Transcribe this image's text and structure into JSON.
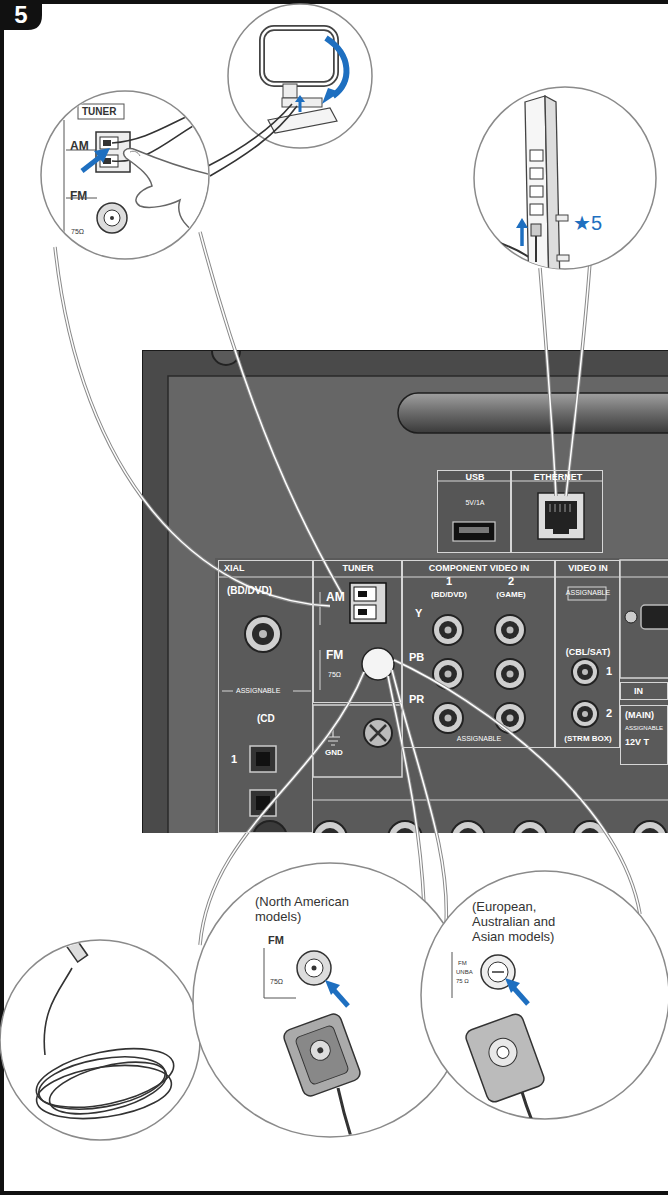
{
  "diagram": {
    "nodes": [
      {
        "text": [
          "5"
        ]
      },
      {
        "text": [
          "TUNER",
          "AM",
          "FM",
          "75Ω"
        ]
      },
      {
        "text": [
          "★5"
        ]
      },
      {
        "text": [
          "USB",
          "5V/1A"
        ]
      },
      {
        "text": [
          "ETHERNET"
        ]
      },
      {
        "text": [
          "XIAL",
          "(BD/DVD)",
          "ASSIGNABLE",
          "(CD",
          "1"
        ]
      },
      {
        "text": [
          "TUNER",
          "AM",
          "FM",
          "75Ω"
        ]
      },
      {
        "text": [
          "COMPONENT VIDEO IN",
          "1",
          "2",
          "(BD/DVD)",
          "(GAME)",
          "Y",
          "PB",
          "PR",
          "ASSIGNABLE"
        ]
      },
      {
        "text": [
          "VIDEO IN",
          "ASSIGNABLE",
          "(CBL/SAT)",
          "1",
          "2",
          "(STRM BOX)"
        ]
      },
      {
        "text": [
          "IN"
        ]
      },
      {
        "text": [
          "(MAIN)",
          "ASSIGNABLE",
          "12V T"
        ]
      },
      {
        "text": [
          "(North American models)",
          "FM",
          "75Ω"
        ]
      },
      {
        "text": [
          "(European, Australian and Asian models)",
          "FM",
          "UNBA",
          "75 Ω"
        ]
      }
    ],
    "labels": [
      "GND"
    ]
  }
}
